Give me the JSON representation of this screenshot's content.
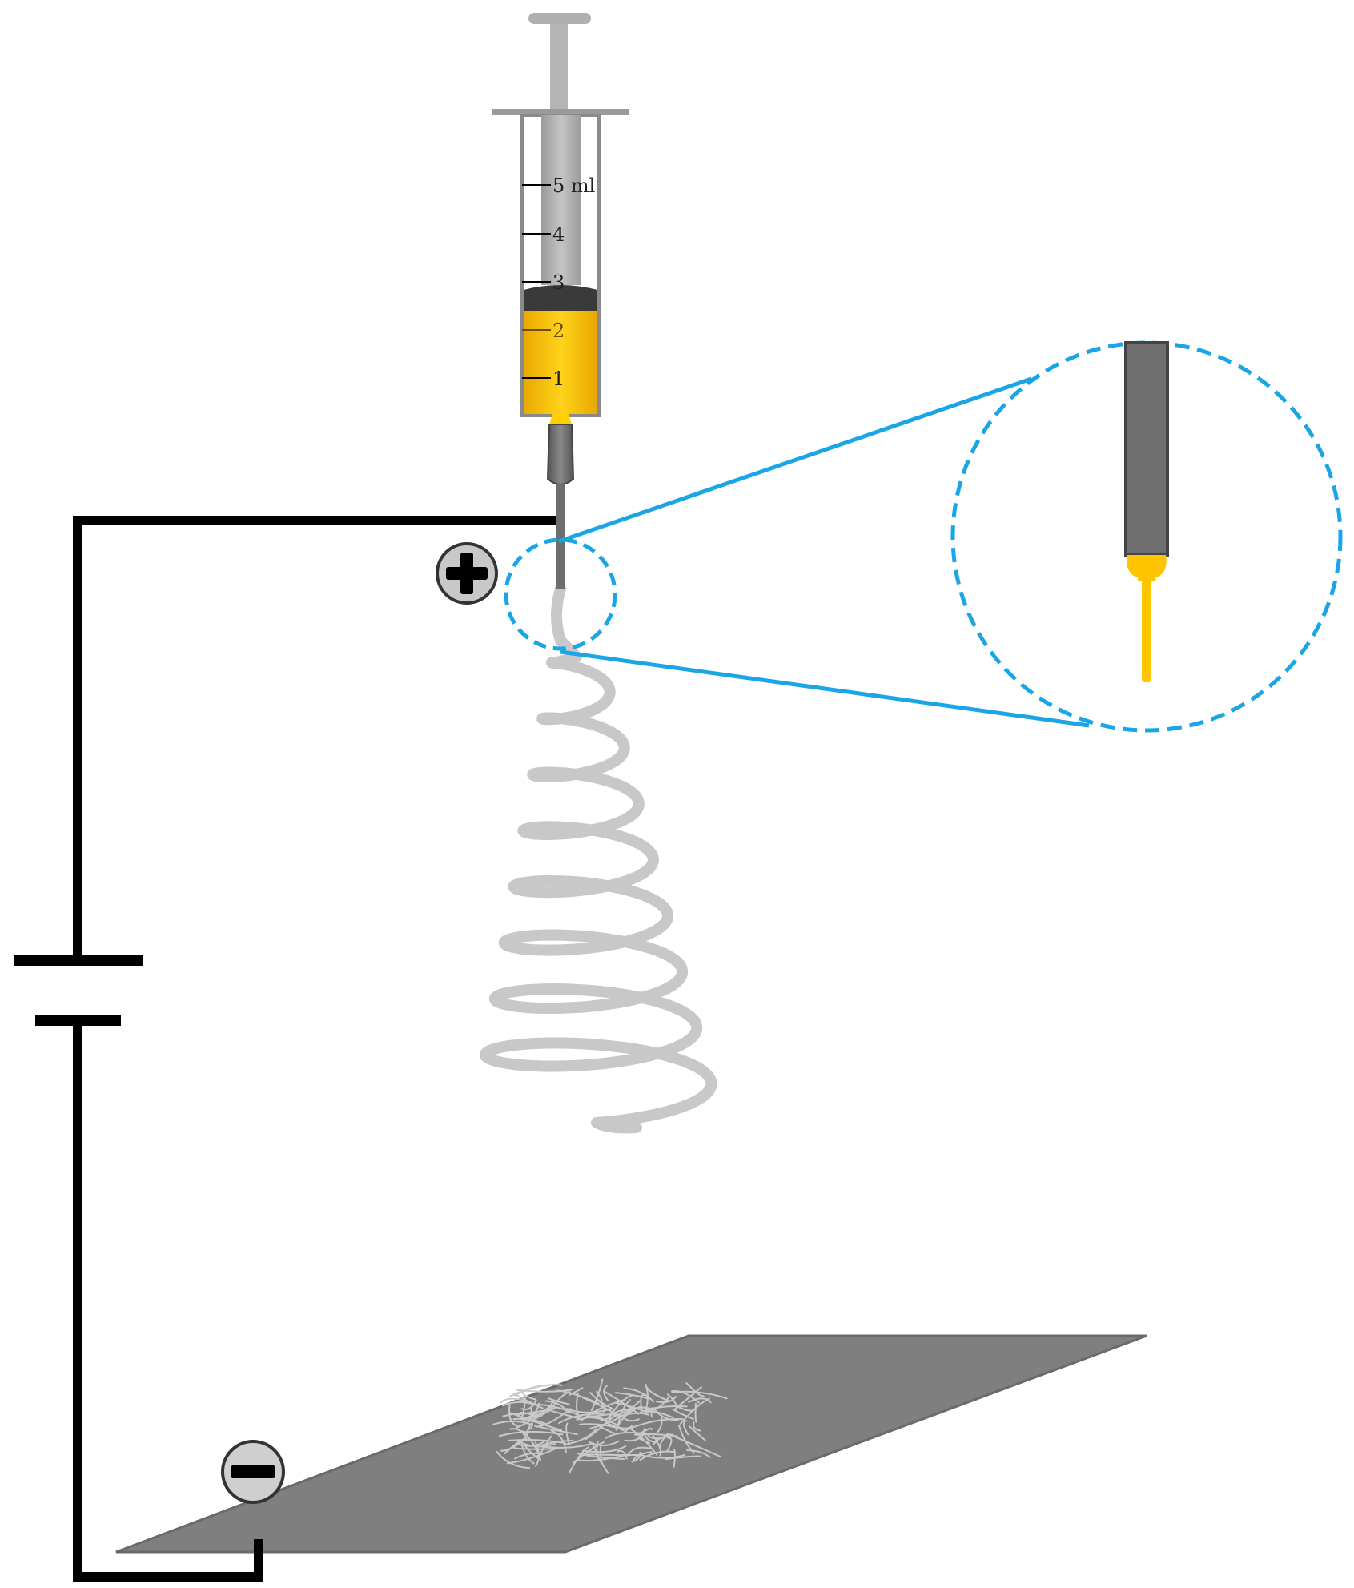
{
  "syringe": {
    "scale_marks": [
      "5 ml",
      "4",
      "3",
      "2",
      "1"
    ],
    "solution_fill_fraction": 0.6
  },
  "terminals": {
    "positive": {
      "icon": "plus-icon"
    },
    "negative": {
      "icon": "minus-icon"
    }
  },
  "colors": {
    "wire": "#000000",
    "solution": "#f5c000",
    "magnifier": "#1aa6e6",
    "jet_spiral": "#c8c8c8",
    "collector": "#7f7f7f",
    "needle": "#666666"
  }
}
